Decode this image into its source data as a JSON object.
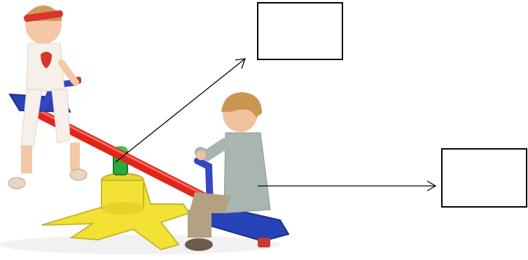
{
  "diagram": {
    "description_visible_text": "",
    "answer_boxes": [
      {
        "id": "box-top",
        "text": ""
      },
      {
        "id": "box-right",
        "text": ""
      }
    ],
    "colors": {
      "beam": "#e0251c",
      "seat": "#2743b7",
      "base": "#f2e233",
      "pivot": "#2ea83a",
      "handle": "#3547c4",
      "arrow": "#000000"
    },
    "icons": [
      "seesaw-illustration",
      "girl-figure",
      "boy-figure",
      "arrow"
    ]
  }
}
